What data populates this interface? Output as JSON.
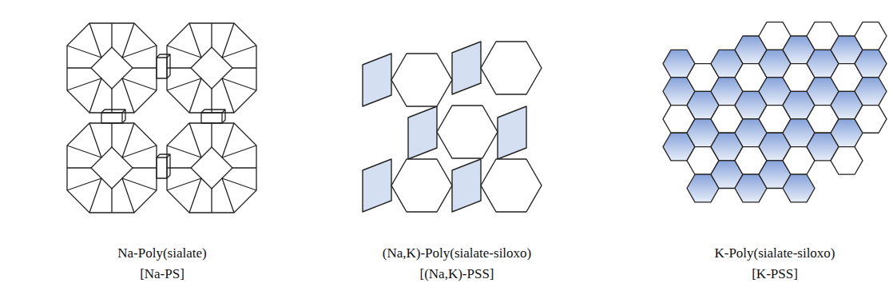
{
  "diagram": {
    "labels": [
      "Na-Poly(sialate)",
      "[Na-PS]",
      "(Na,K)-Poly(sialate-siloxo)",
      "[(Na,K)-PSS]",
      "K-Poly(sialate-siloxo)",
      "[K-PSS]"
    ]
  }
}
